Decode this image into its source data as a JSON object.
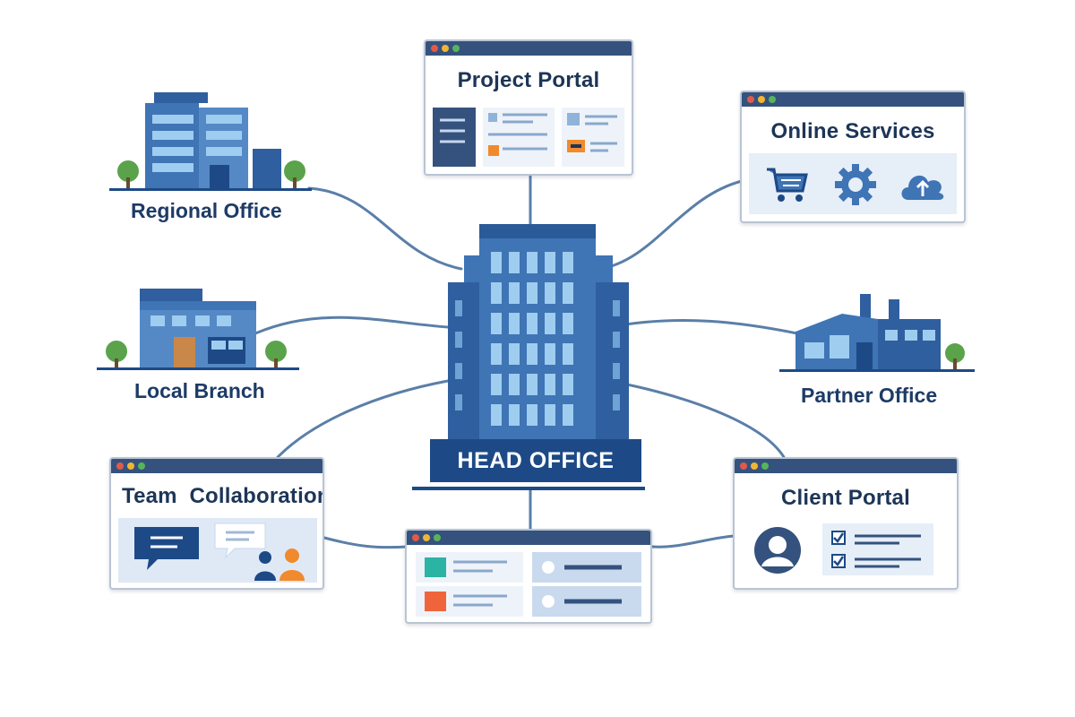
{
  "head_office": {
    "label": "HEAD OFFICE"
  },
  "nodes": {
    "regional_office": {
      "label": "Regional Office"
    },
    "local_branch": {
      "label": "Local Branch"
    },
    "partner_office": {
      "label": "Partner Office"
    },
    "project_portal": {
      "title": "Project Portal"
    },
    "online_services": {
      "title": "Online Services"
    },
    "team_collaboration": {
      "title": "Team  Collaboration"
    },
    "client_portal": {
      "title": "Client Portal"
    }
  },
  "icons": {
    "online_services": [
      "shopping-cart-icon",
      "gear-icon",
      "cloud-upload-icon"
    ],
    "client_portal": [
      "user-avatar-icon",
      "checkbox-icon"
    ],
    "team_collaboration": [
      "chat-bubble-icon",
      "people-icon"
    ]
  },
  "colors": {
    "navy": "#1d4a86",
    "dark_navy": "#1d3557",
    "blue": "#3f74b5",
    "light_blue": "#8fc0ea",
    "connector": "#5a7fa8",
    "window_titlebar": "#34527d",
    "dot_red": "#e05a4a",
    "dot_yellow": "#f2b533",
    "dot_green": "#57b45a",
    "orange": "#f08a2c",
    "teal": "#2bb3a3",
    "tree": "#5aa34a"
  }
}
